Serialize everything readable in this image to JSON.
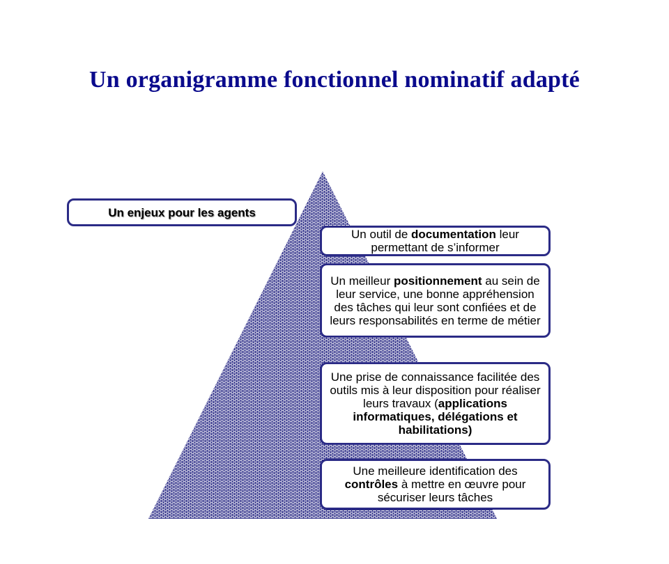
{
  "title": "Un organigramme  fonctionnel nominatif adapté",
  "header_box": "Un enjeux pour les agents",
  "boxes": [
    {
      "pre": "Un outil de ",
      "bold": "documentation",
      "post": " leur permettant de s’informer"
    },
    {
      "pre": "Un meilleur ",
      "bold": "positionnement",
      "post": " au sein de leur service, une bonne appréhension des tâches qui leur sont confiées et de leurs responsabilités en terme de métier"
    },
    {
      "pre": "Une prise de connaissance facilitée des outils mis à leur disposition pour réaliser  leurs travaux  (",
      "bold": "applications informatiques, délégations et habilitations)",
      "post": ""
    },
    {
      "pre": "Une meilleure identification des ",
      "bold": "contrôles",
      "post": " à mettre en œuvre pour sécuriser leurs tâches"
    }
  ],
  "colors": {
    "title": "#0a0a8c",
    "box_border": "#2b2b86",
    "pyramid_pattern": "#2b2b86"
  }
}
